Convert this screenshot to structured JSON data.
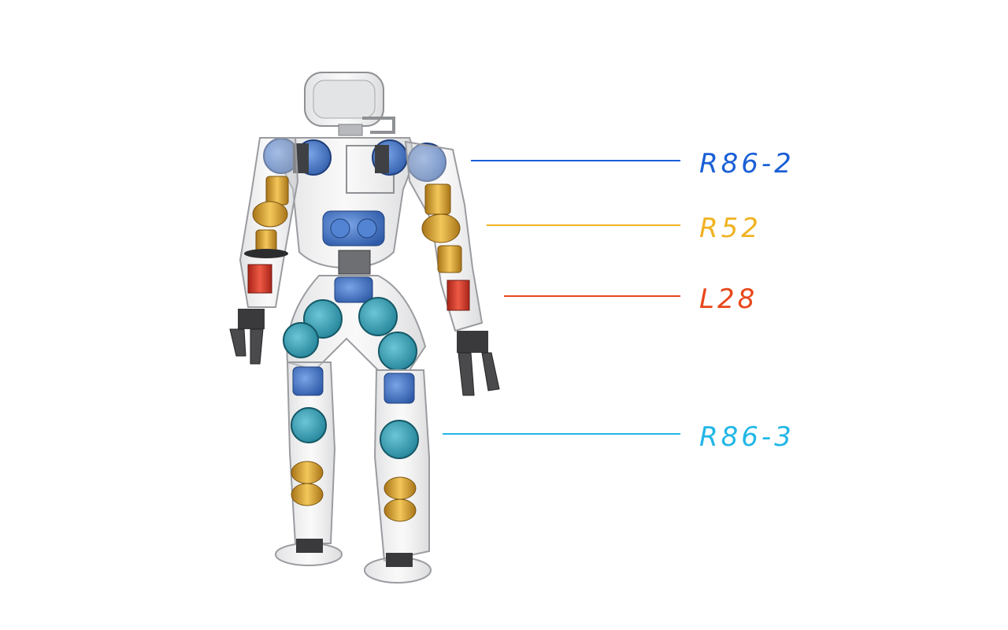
{
  "callouts": [
    {
      "id": "r86-2",
      "label": "R86-2",
      "color": "#1a5fd6"
    },
    {
      "id": "r52",
      "label": "R52",
      "color": "#f0b323"
    },
    {
      "id": "l28",
      "label": "L28",
      "color": "#e8471c"
    },
    {
      "id": "r86-3",
      "label": "R86-3",
      "color": "#22b7e6"
    }
  ],
  "colors": {
    "shell": "#d9dadc",
    "shell_edge": "#9a9ca0",
    "actuator_blue": "#3d73c7",
    "actuator_teal": "#2f9fb5",
    "actuator_gold": "#d9a431",
    "actuator_red": "#d23a2a",
    "gripper": "#3a3a3c"
  }
}
